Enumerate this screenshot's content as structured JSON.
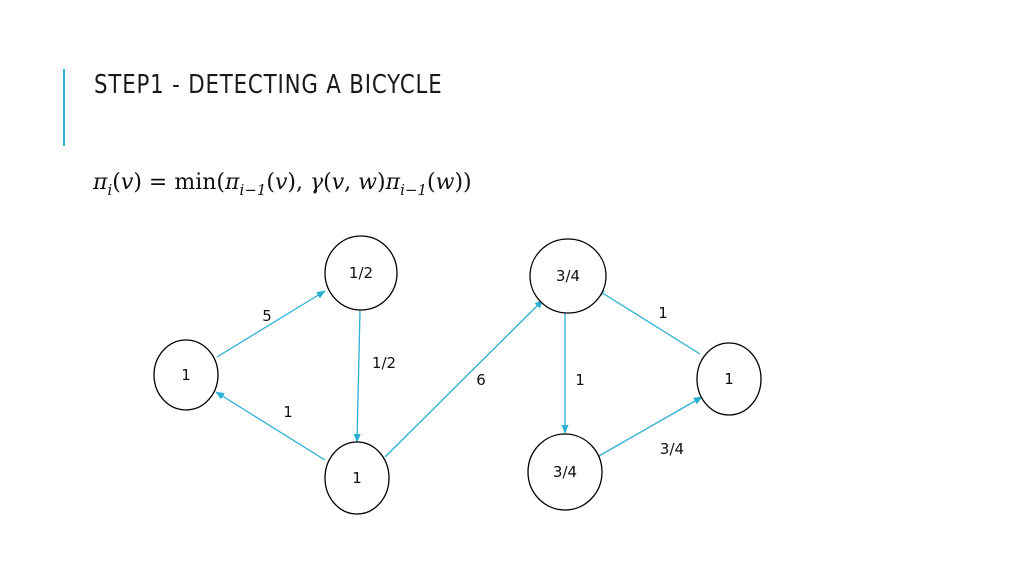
{
  "slide": {
    "title": "STEP1 - DETECTING A BICYCLE",
    "accent_color": "#2bb0d3"
  },
  "formula": {
    "pi": "π",
    "sub_i": "i",
    "v": "v",
    "eq": " = min(",
    "sub_im1": "i−1",
    "gamma": "γ",
    "w": "w"
  },
  "diagram": {
    "nodes": [
      {
        "id": "n1",
        "label": "1"
      },
      {
        "id": "n2",
        "label": "1/2"
      },
      {
        "id": "n3",
        "label": "1"
      },
      {
        "id": "n4",
        "label": "3/4"
      },
      {
        "id": "n5",
        "label": "3/4"
      },
      {
        "id": "n6",
        "label": "1"
      }
    ],
    "edges": [
      {
        "from": "n1",
        "to": "n2",
        "label": "5"
      },
      {
        "from": "n2",
        "to": "n3",
        "label": "1/2"
      },
      {
        "from": "n3",
        "to": "n1",
        "label": "1"
      },
      {
        "from": "n3",
        "to": "n4",
        "label": "6"
      },
      {
        "from": "n4",
        "to": "n5",
        "label": "1"
      },
      {
        "from": "n5",
        "to": "n6",
        "label": "3/4"
      },
      {
        "from": "n6",
        "to": "n4",
        "label": "1"
      }
    ],
    "edge_color": "#2bb0d3",
    "node_stroke": "#000000"
  }
}
